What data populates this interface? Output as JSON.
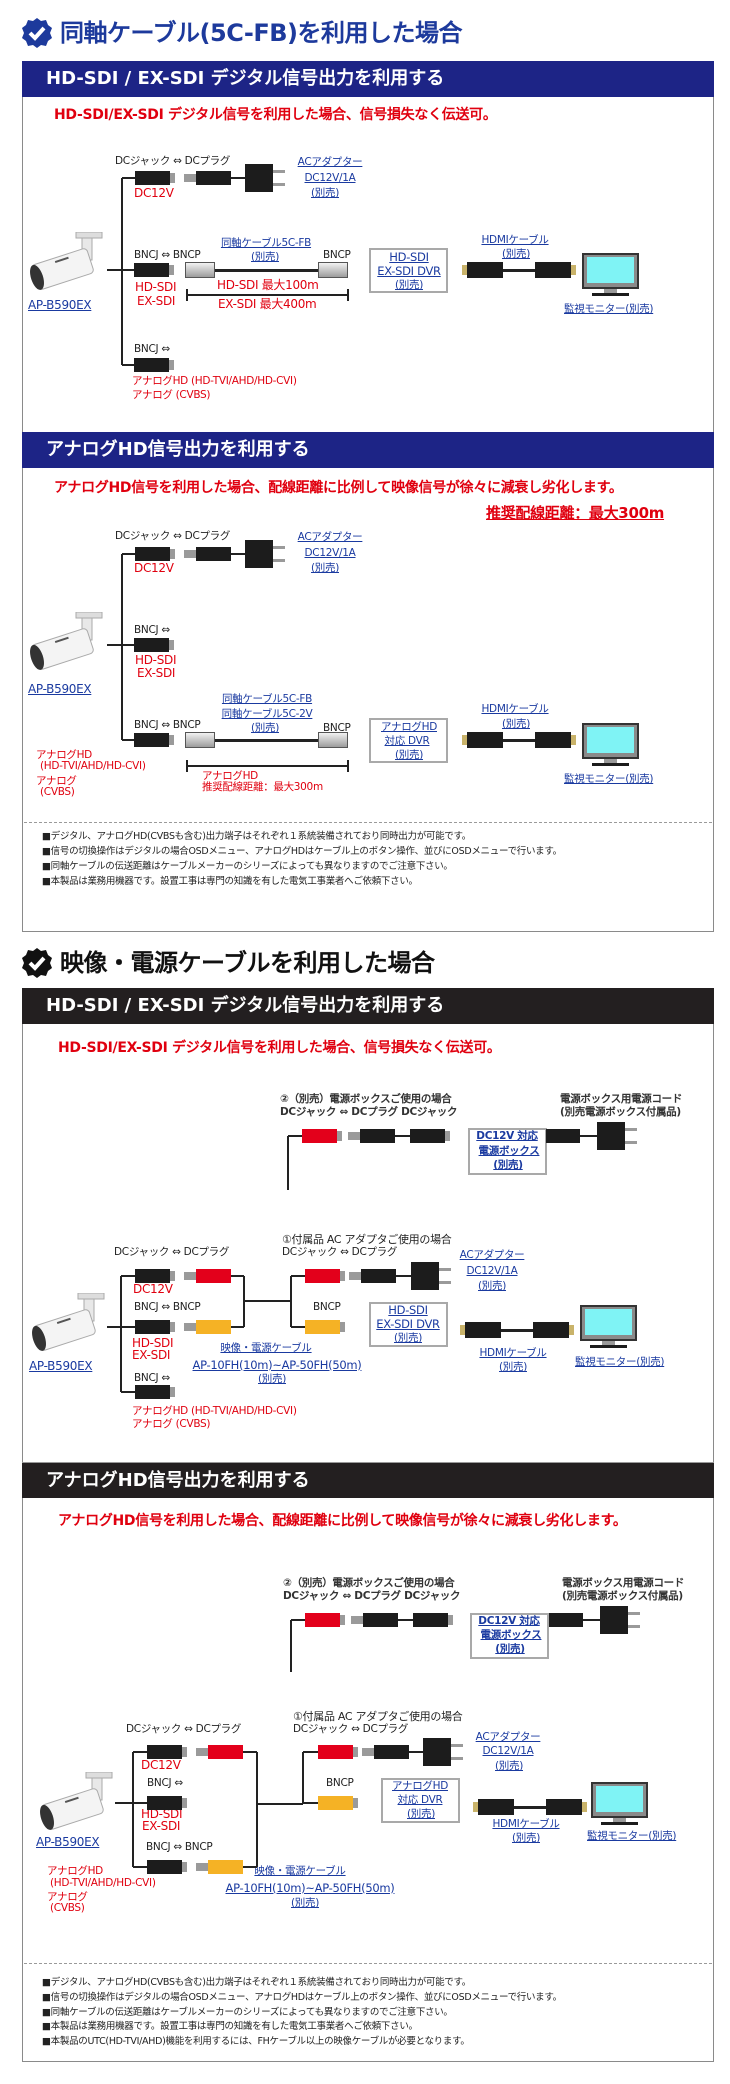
{
  "colors": {
    "navy_header": "#1d2486",
    "dark_header": "#231f20",
    "accent_red": "#e0000f",
    "link_blue": "#1a3aa0",
    "title_blue": "#1d3a9c"
  },
  "section1": {
    "title": "同軸ケーブル(5C-FB)を利用した場合",
    "icon": "check-badge-icon",
    "digital": {
      "header": "HD-SDI / EX-SDI デジタル信号出力を利用する",
      "lead": "HD-SDI/EX-SDI デジタル信号を利用した場合、信号損失なく伝送可。",
      "dc_label": "DCジャック ⇔ DCプラグ",
      "dc12v": "DC12V",
      "ac_adapter": "ACアダプター",
      "ac_spec": "DC12V/1A",
      "sold_separately": "(別売)",
      "bnc_label": "BNCJ ⇔ BNCP",
      "coax": "同軸ケーブル5C-FB",
      "bncp": "BNCP",
      "hd_sdi": "HD-SDI",
      "ex_sdi": "EX-SDI",
      "max_hd": "HD-SDI 最大100m",
      "max_ex": "EX-SDI 最大400m",
      "dvr": [
        "HD-SDI",
        "EX-SDI DVR",
        "(別売)"
      ],
      "hdmi": "HDMIケーブル",
      "monitor": "監視モニター(別売)",
      "camera": "AP-B590EX",
      "bncj": "BNCJ ⇔",
      "analog_hd": "アナログHD (HD-TVI/AHD/HD-CVI)",
      "analog": "アナログ (CVBS)"
    },
    "analog": {
      "header": "アナログHD信号出力を利用する",
      "lead": "アナログHD信号を利用した場合、配線距離に比例して映像信号が徐々に減衰し劣化します。",
      "recommended": "推奨配線距離：最大300m",
      "dc_label": "DCジャック ⇔ DCプラグ",
      "dc12v": "DC12V",
      "ac_adapter": "ACアダプター",
      "ac_spec": "DC12V/1A",
      "sold_separately": "(別売)",
      "bncj": "BNCJ ⇔",
      "hd_sdi": "HD-SDI",
      "ex_sdi": "EX-SDI",
      "camera": "AP-B590EX",
      "coax1": "同軸ケーブル5C-FB",
      "coax2": "同軸ケーブル5C-2V",
      "bnc_label": "BNCJ ⇔ BNCP",
      "bncp": "BNCP",
      "analog_hd": "アナログHD",
      "analog_hd_types": "(HD-TVI/AHD/HD-CVI)",
      "analog": "アナログ",
      "analog_cvbs": "(CVBS)",
      "distance_title": "アナログHD",
      "distance": "推奨配線距離：最大300m",
      "dvr": [
        "アナログHD",
        "対応 DVR",
        "(別売)"
      ],
      "hdmi": "HDMIケーブル",
      "monitor": "監視モニター(別売)"
    },
    "notes": [
      "■デジタル、アナログHD(CVBSも含む)出力端子はそれぞれ１系統装備されており同時出力が可能です。",
      "■信号の切換操作はデジタルの場合OSDメニュー、アナログHDはケーブル上のボタン操作、並びにOSDメニューで行います。",
      "■同軸ケーブルの伝送距離はケーブルメーカーのシリーズによっても異なりますのでご注意下さい。",
      "■本製品は業務用機器です。設置工事は専門の知識を有した電気工事業者へご依頼下さい。"
    ]
  },
  "section2": {
    "title": "映像・電源ケーブルを利用した場合",
    "icon": "check-badge-icon",
    "digital": {
      "header": "HD-SDI / EX-SDI デジタル信号出力を利用する",
      "lead": "HD-SDI/EX-SDI デジタル信号を利用した場合、信号損失なく伝送可。",
      "option2": "②（別売）電源ボックスご使用の場合",
      "option2_conn": "DCジャック ⇔ DCプラグ  DCジャック",
      "power_box": [
        "DC12V 対応",
        "電源ボックス",
        "(別売)"
      ],
      "power_cord": "電源ボックス用電源コード",
      "power_cord_note": "(別売電源ボックス付属品)",
      "option1": "①付属品 AC アダプタご使用の場合",
      "dc_label": "DCジャック ⇔ DCプラグ",
      "dc12v": "DC12V",
      "ac_adapter": "ACアダプター",
      "ac_spec": "DC12V/1A",
      "sold_separately": "(別売)",
      "bnc_label": "BNCJ ⇔ BNCP",
      "bncp": "BNCP",
      "hd_sdi": "HD-SDI",
      "ex_sdi": "EX-SDI",
      "camera": "AP-B590EX",
      "cable": "映像・電源ケーブル",
      "cable_models": "AP-10FH(10m)~AP-50FH(50m)",
      "dvr": [
        "HD-SDI",
        "EX-SDI DVR",
        "(別売)"
      ],
      "hdmi": "HDMIケーブル",
      "monitor": "監視モニター(別売)",
      "bncj": "BNCJ ⇔",
      "analog_hd": "アナログHD (HD-TVI/AHD/HD-CVI)",
      "analog": "アナログ (CVBS)"
    },
    "analog": {
      "header": "アナログHD信号出力を利用する",
      "lead": "アナログHD信号を利用した場合、配線距離に比例して映像信号が徐々に減衰し劣化します。",
      "option2": "②（別売）電源ボックスご使用の場合",
      "option2_conn": "DCジャック ⇔ DCプラグ  DCジャック",
      "power_box": [
        "DC12V 対応",
        "電源ボックス",
        "(別売)"
      ],
      "power_cord": "電源ボックス用電源コード",
      "power_cord_note": "(別売電源ボックス付属品)",
      "option1": "①付属品 AC アダプタご使用の場合",
      "dc_label": "DCジャック ⇔ DCプラグ",
      "dc12v": "DC12V",
      "ac_adapter": "ACアダプター",
      "ac_spec": "DC12V/1A",
      "sold_separately": "(別売)",
      "bncj": "BNCJ ⇔",
      "bncp": "BNCP",
      "bnc_label": "BNCJ ⇔ BNCP",
      "hd_sdi": "HD-SDI",
      "ex_sdi": "EX-SDI",
      "camera": "AP-B590EX",
      "analog_hd": "アナログHD",
      "analog_hd_types": "(HD-TVI/AHD/HD-CVI)",
      "analog": "アナログ",
      "analog_cvbs": "(CVBS)",
      "cable": "映像・電源ケーブル",
      "cable_models": "AP-10FH(10m)~AP-50FH(50m)",
      "dvr": [
        "アナログHD",
        "対応 DVR",
        "(別売)"
      ],
      "hdmi": "HDMIケーブル",
      "monitor": "監視モニター(別売)"
    },
    "notes": [
      "■デジタル、アナログHD(CVBSも含む)出力端子はそれぞれ１系統装備されており同時出力が可能です。",
      "■信号の切換操作はデジタルの場合OSDメニュー、アナログHDはケーブル上のボタン操作、並びにOSDメニューで行います。",
      "■同軸ケーブルの伝送距離はケーブルメーカーのシリーズによっても異なりますのでご注意下さい。",
      "■本製品は業務用機器です。設置工事は専門の知識を有した電気工事業者へご依頼下さい。",
      "■本製品のUTC(HD-TVI/AHD)機能を利用するには、FHケーブル以上の映像ケーブルが必要となります。"
    ]
  }
}
